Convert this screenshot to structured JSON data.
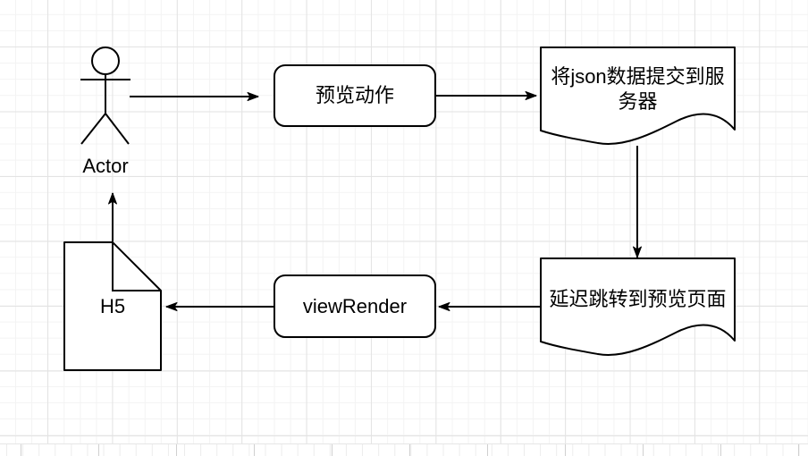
{
  "canvas": {
    "background": "#ffffff",
    "grid_minor_color": "#f3f3f3",
    "grid_major_color": "#e3e3e3",
    "stroke_color": "#000000",
    "shape_fill": "#ffffff",
    "text_color": "#000000"
  },
  "diagram": {
    "actor": {
      "label": "Actor",
      "shape": "stick-figure"
    },
    "nodes": {
      "preview_action": {
        "label": "预览动作",
        "shape": "rounded-rectangle"
      },
      "submit_json": {
        "label": "将json数据提交到服务器",
        "lines": [
          "将json数据提交到服",
          "务器"
        ],
        "shape": "document"
      },
      "delay_jump": {
        "label": "延迟跳转到预览页面",
        "shape": "document"
      },
      "view_render": {
        "label": "viewRender",
        "shape": "rounded-rectangle"
      },
      "h5": {
        "label": "H5",
        "shape": "note"
      }
    },
    "edges": [
      {
        "from": "actor",
        "to": "preview_action",
        "direction": "right"
      },
      {
        "from": "preview_action",
        "to": "submit_json",
        "direction": "right"
      },
      {
        "from": "submit_json",
        "to": "delay_jump",
        "direction": "down"
      },
      {
        "from": "delay_jump",
        "to": "view_render",
        "direction": "left"
      },
      {
        "from": "view_render",
        "to": "h5",
        "direction": "left"
      },
      {
        "from": "h5",
        "to": "actor",
        "direction": "up"
      }
    ]
  }
}
